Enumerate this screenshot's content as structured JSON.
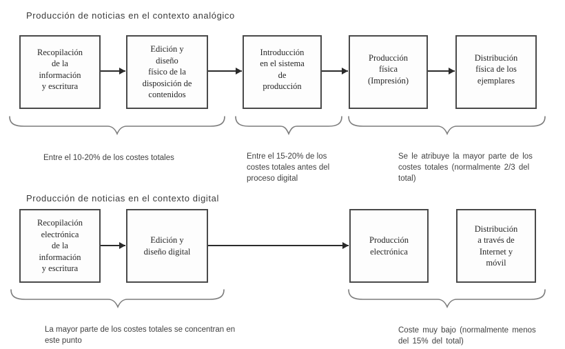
{
  "analog": {
    "title": "Producción de noticias en el contexto analógico",
    "boxes": [
      {
        "label": "Recopilación\nde la\ninformación\ny escritura"
      },
      {
        "label": "Edición y\ndiseño\nfísico de la\ndisposición de\ncontenidos"
      },
      {
        "label": "Introducción\nen el sistema\nde\nproducción"
      },
      {
        "label": "Producción\nfísica\n(Impresión)"
      },
      {
        "label": "Distribución\nfísica de los\nejemplares"
      }
    ],
    "cost_notes": [
      "Entre el 10-20% de los costes totales",
      "Entre el 15-20% de los\ncostes totales antes del\nproceso digital",
      "Se le atribuye la mayor parte de los\ncostes totales (normalmente 2/3 del\ntotal)"
    ]
  },
  "digital": {
    "title": "Producción de noticias en el contexto digital",
    "boxes": [
      {
        "label": "Recopilación\nelectrónica\nde la\ninformación\ny escritura"
      },
      {
        "label": "Edición y\ndiseño digital"
      },
      {
        "label": "Producción\nelectrónica"
      },
      {
        "label": "Distribución\na través de\nInternet y\nmóvil"
      }
    ],
    "cost_notes": [
      "La mayor parte de los costes totales se concentran en\neste punto",
      "Coste muy bajo (normalmente menos\ndel 15% del total)"
    ]
  },
  "colors": {
    "background": "#ffffff",
    "box_border": "#494949",
    "box_text": "#262626",
    "arrow": "#2a2a2a",
    "brace": "#7c7c7c",
    "note_text": "#3f3f3f"
  }
}
